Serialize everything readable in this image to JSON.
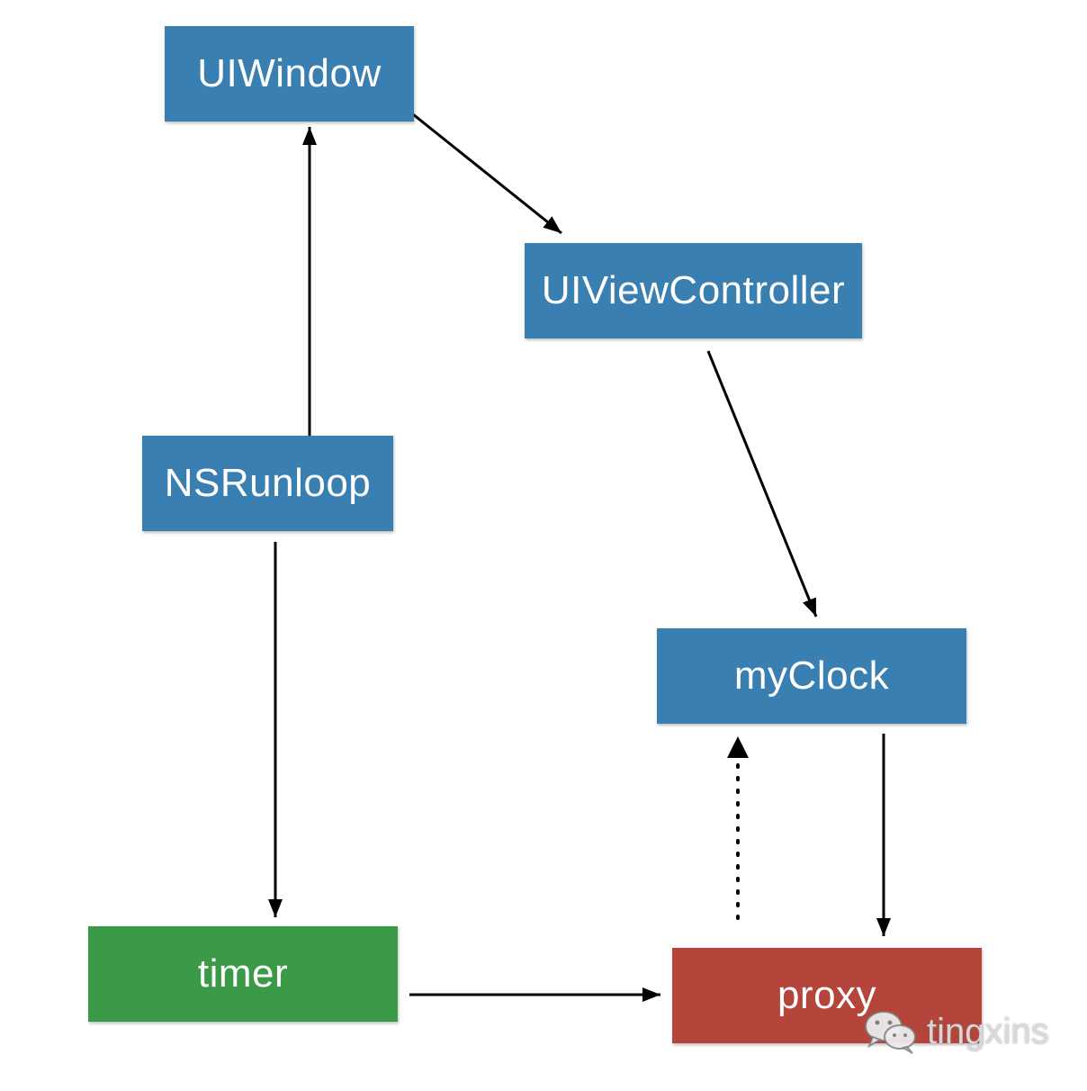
{
  "nodes": {
    "uiwindow": "UIWindow",
    "uiviewcontroller": "UIViewController",
    "nsrunloop": "NSRunloop",
    "myclock": "myClock",
    "timer": "timer",
    "proxy": "proxy"
  },
  "colors": {
    "blue": "#3a7fb2",
    "green": "#3a9a48",
    "red": "#b5453a",
    "arrow": "#000000"
  },
  "edges": [
    {
      "from": "NSRunloop",
      "to": "UIWindow",
      "style": "solid"
    },
    {
      "from": "UIWindow",
      "to": "UIViewController",
      "style": "solid"
    },
    {
      "from": "UIViewController",
      "to": "myClock",
      "style": "solid"
    },
    {
      "from": "NSRunloop",
      "to": "timer",
      "style": "solid"
    },
    {
      "from": "timer",
      "to": "proxy",
      "style": "solid"
    },
    {
      "from": "myClock",
      "to": "proxy",
      "style": "solid"
    },
    {
      "from": "proxy",
      "to": "myClock",
      "style": "dotted"
    }
  ],
  "watermark": {
    "text": "tingxins",
    "icon": "wechat-icon"
  }
}
